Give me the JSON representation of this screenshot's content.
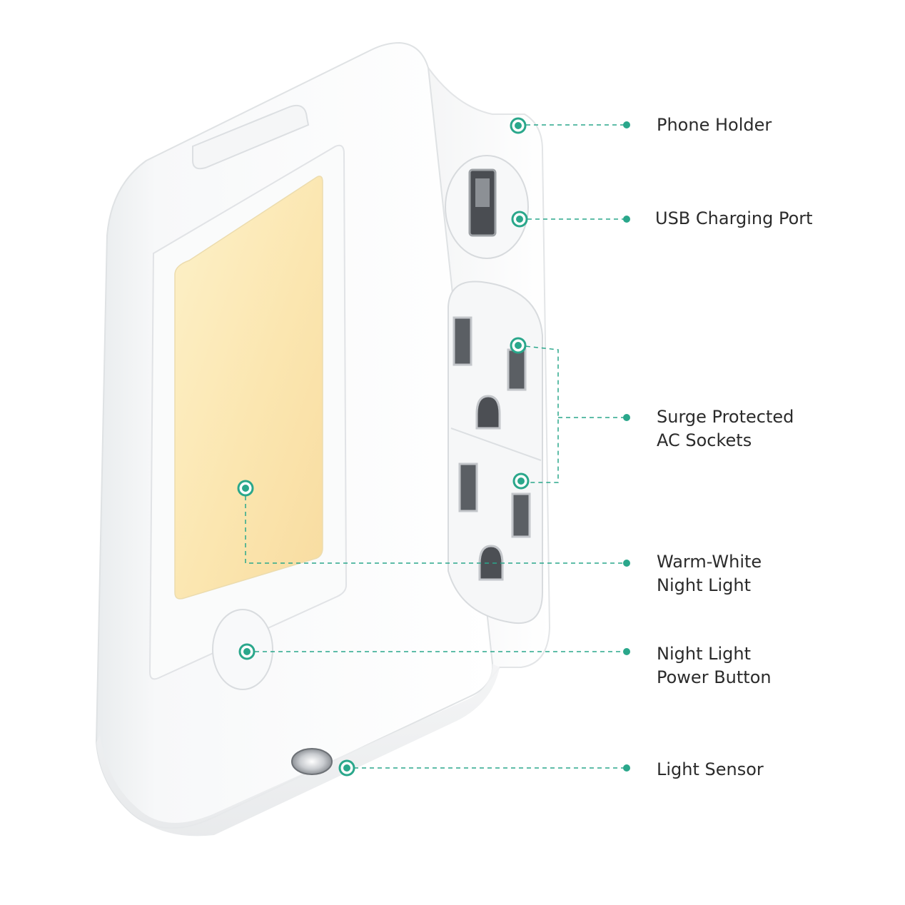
{
  "accent_color": "#2aa78b",
  "light_color": "#fbe9b4",
  "callouts": [
    {
      "key": "phone_holder",
      "lines": [
        "Phone Holder"
      ]
    },
    {
      "key": "usb_port",
      "lines": [
        "USB Charging Port"
      ]
    },
    {
      "key": "ac_sockets",
      "lines": [
        "Surge Protected",
        "AC Sockets"
      ]
    },
    {
      "key": "night_light",
      "lines": [
        "Warm-White",
        "Night Light"
      ]
    },
    {
      "key": "power_button",
      "lines": [
        "Night Light",
        "Power Button"
      ]
    },
    {
      "key": "light_sensor",
      "lines": [
        "Light Sensor"
      ]
    }
  ]
}
